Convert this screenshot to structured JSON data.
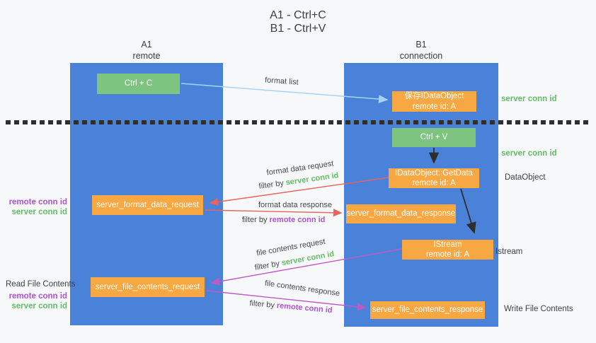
{
  "title": {
    "line1": "A1 - Ctrl+C",
    "line2": "B1 - Ctrl+V"
  },
  "columns": {
    "a": {
      "name": "A1",
      "subtitle": "remote"
    },
    "b": {
      "name": "B1",
      "subtitle": "connection"
    }
  },
  "boxes": {
    "ctrl_c": "Ctrl + C",
    "ctrl_v": "Ctrl + V",
    "save_idataobject_line1": "保存IDataObject",
    "save_idataobject_line2": "remote id: A",
    "getdata_line1": "IDataObject::GetData",
    "getdata_line2": "remote id: A",
    "istream_line1": "IStream",
    "istream_line2": "remote id: A",
    "format_request": "server_format_data_request",
    "format_response": "server_format_data_response",
    "file_request": "server_file_contents_request",
    "file_response": "server_file_contents_response"
  },
  "arrow_labels": {
    "format_list": "format list",
    "format_data_request": "format data request",
    "format_data_response": "format data response",
    "file_contents_request": "file contents request",
    "file_contents_response": "file contents response",
    "filter_by": "filter by",
    "server_conn_id": "server conn id",
    "remote_conn_id": "remote conn id"
  },
  "annotations": {
    "right_server_conn_id_top": "server conn id",
    "right_server_conn_id_mid": "server conn id",
    "dataobject": "DataObject",
    "istream": "Istream",
    "write_file_contents": "Write File Contents",
    "mid_left_remote_conn_id": "remote conn id",
    "mid_left_server_conn_id": "server conn id",
    "read_file_contents": "Read File Contents",
    "bottom_left_remote_conn_id": "remote conn id",
    "bottom_left_server_conn_id": "server conn id"
  },
  "colors": {
    "background": "#f7f8f9",
    "column_blue": "#4b82d9",
    "box_green": "#7cc480",
    "box_orange": "#f7a843",
    "arrow_light_blue": "#a5d5f2",
    "arrow_red": "#e8645e",
    "arrow_magenta": "#c159c5",
    "arrow_black": "#2d2d2d",
    "text_dark": "#3f3f3f",
    "id_green": "#63bd68",
    "id_purple": "#ab55cf"
  }
}
